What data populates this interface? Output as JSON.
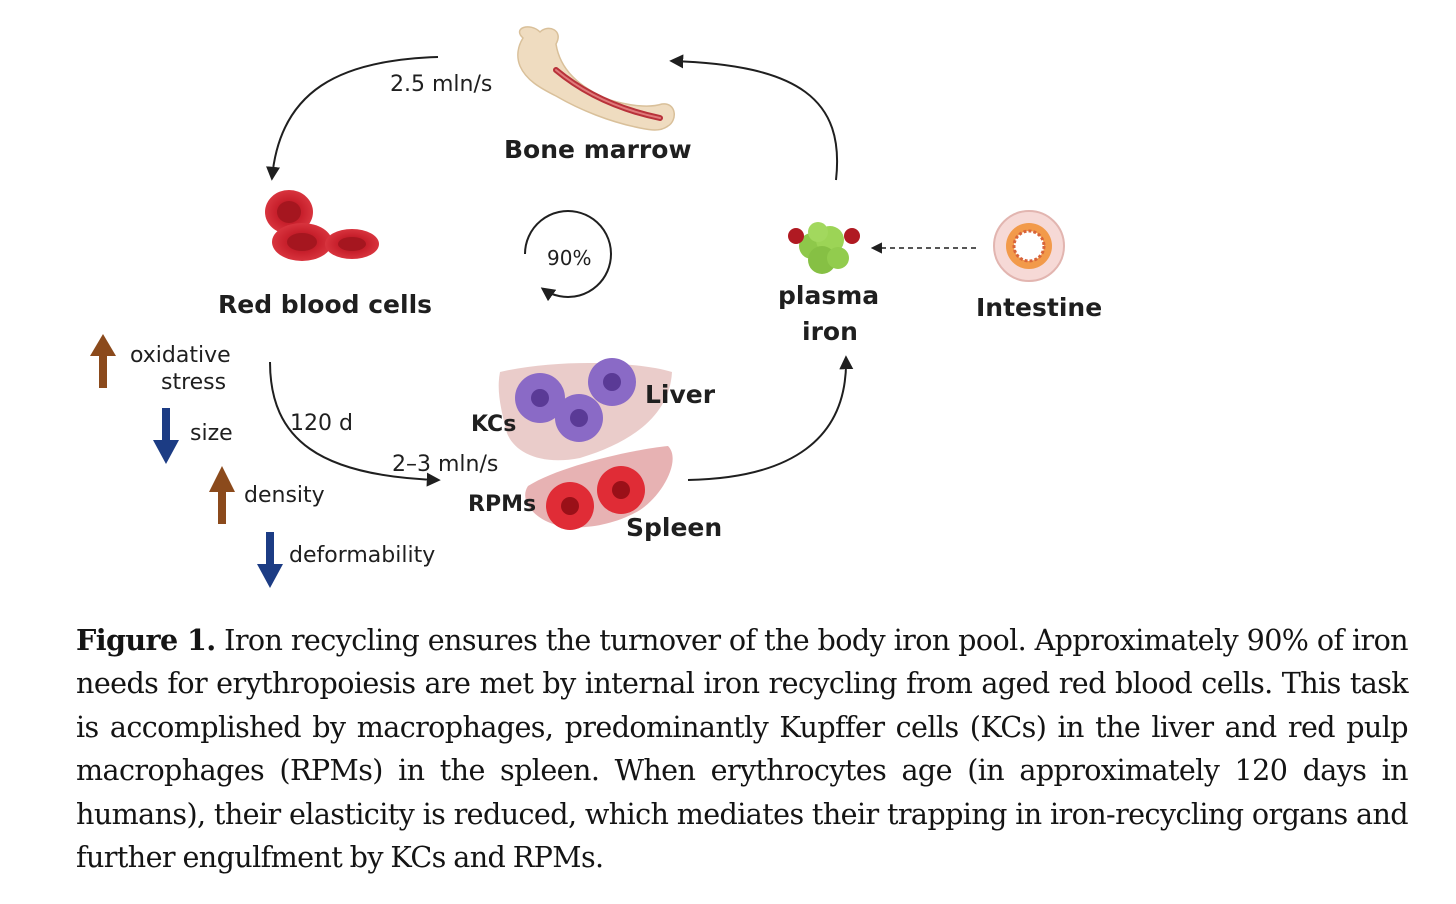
{
  "labels": {
    "bone_marrow": "Bone marrow",
    "production_rate": "2.5 mln/s",
    "red_blood_cells": "Red blood cells",
    "recycle_percent": "90%",
    "plasma_iron_line1": "plasma",
    "plasma_iron_line2": "iron",
    "intestine": "Intestine",
    "oxidative_line1": "oxidative",
    "oxidative_line2": "stress",
    "size": "size",
    "density": "density",
    "deformability": "deformability",
    "lifespan": "120 d",
    "clearance_rate": "2–3 mln/s",
    "kcs": "KCs",
    "liver": "Liver",
    "rpms": "RPMs",
    "spleen": "Spleen"
  },
  "caption": {
    "label": "Figure 1.",
    "text": "Iron recycling ensures the turnover of the body iron pool. Approximately 90% of iron needs for erythropoiesis are met by internal iron recycling from aged red blood cells. This task is accomplished by macrophages, predominantly Kupffer cells (KCs) in the liver and red pulp macrophages (RPMs) in the spleen. When erythrocytes age (in approximately 120 days in humans), their elasticity is reduced, which mediates their trapping in iron-recycling organs and further engulfment by KCs and RPMs."
  },
  "colors": {
    "up_arrow": "#8b4a1c",
    "down_arrow": "#1c3c84",
    "rbc": "#c8202c",
    "transferrin": "#8ec84a",
    "kc": "#8a6ac6",
    "rpm": "#e02c36",
    "liver": "#e8c6c4",
    "bone": "#efdcc0"
  }
}
